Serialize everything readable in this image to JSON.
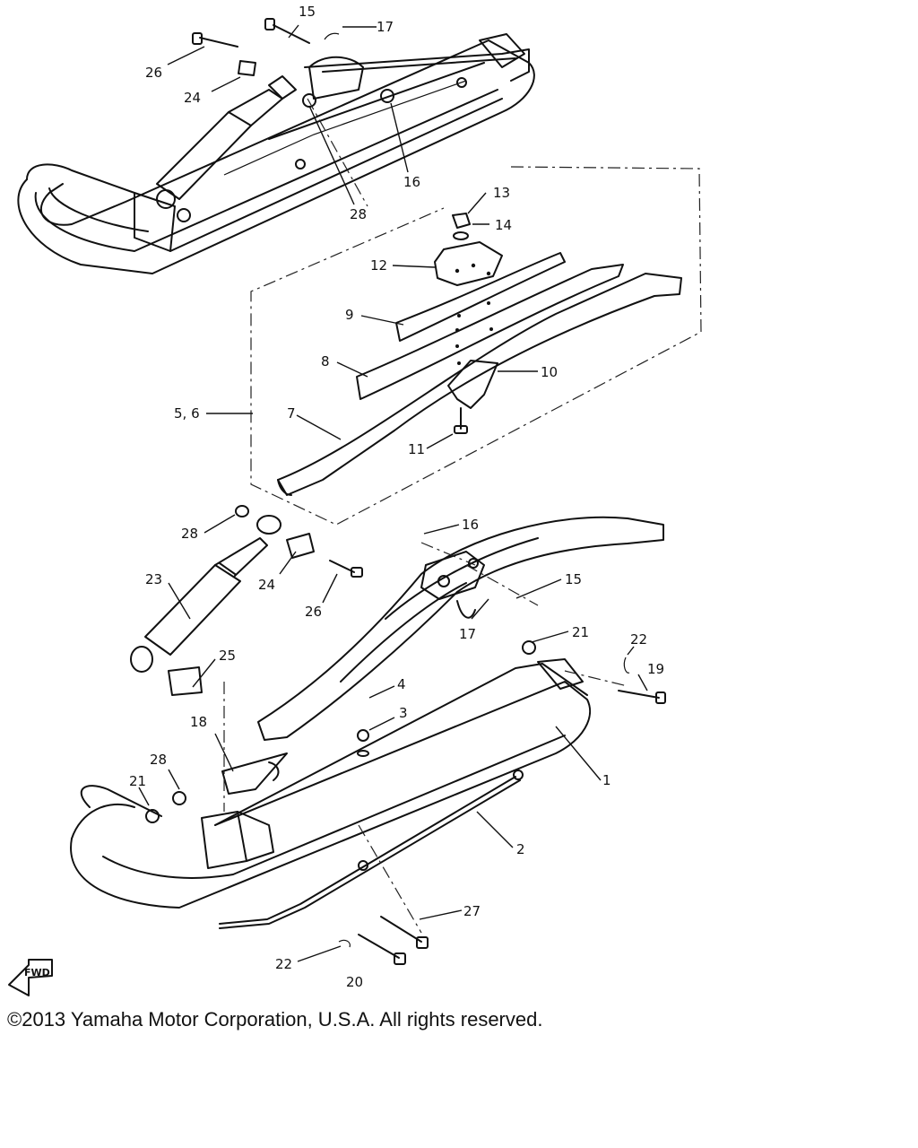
{
  "callouts": {
    "c1": "1",
    "c2": "2",
    "c3": "3",
    "c4": "4",
    "c5_6": "5, 6",
    "c7": "7",
    "c8": "8",
    "c9": "9",
    "c10": "10",
    "c11": "11",
    "c12": "12",
    "c13": "13",
    "c14": "14",
    "c15_top": "15",
    "c15_bot": "15",
    "c16_top": "16",
    "c16_bot": "16",
    "c17_top": "17",
    "c17_bot": "17",
    "c18": "18",
    "c19": "19",
    "c20": "20",
    "c21_a": "21",
    "c21_b": "21",
    "c22_a": "22",
    "c22_b": "22",
    "c23": "23",
    "c24_top": "24",
    "c24_bot": "24",
    "c25": "25",
    "c26_top": "26",
    "c26_bot": "26",
    "c27": "27",
    "c28_a": "28",
    "c28_b": "28",
    "c28_c": "28"
  },
  "fwd_label": "FWD",
  "copyright": "©2013 Yamaha Motor Corporation, U.S.A. All rights reserved."
}
